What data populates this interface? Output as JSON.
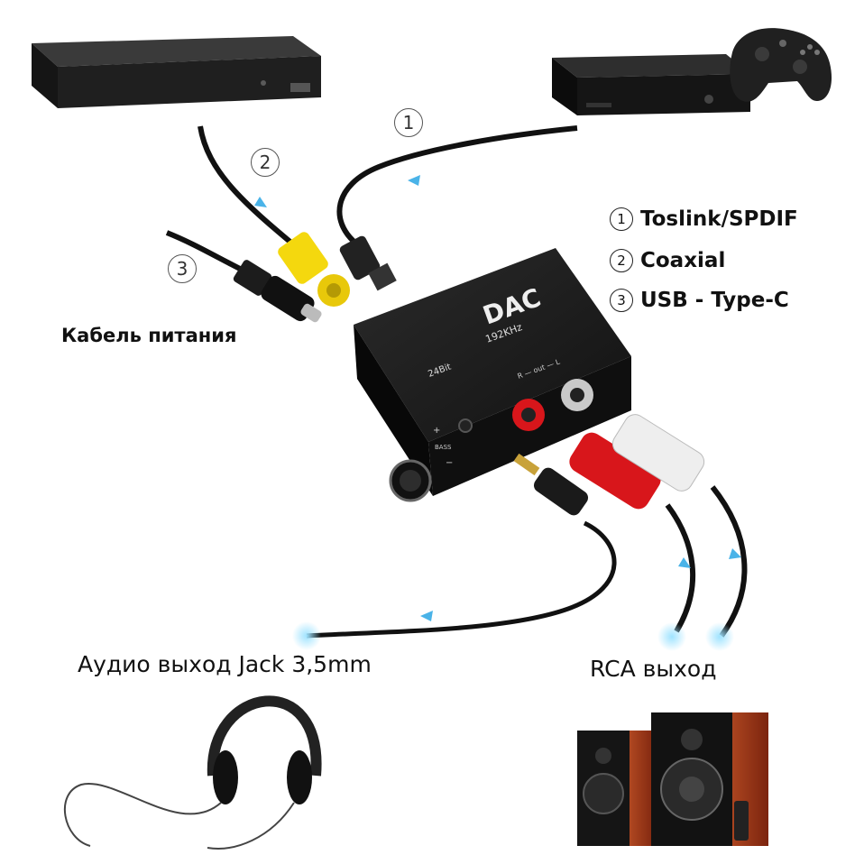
{
  "legend": [
    {
      "num": "1",
      "text": "Toslink/SPDIF"
    },
    {
      "num": "2",
      "text": "Coaxial"
    },
    {
      "num": "3",
      "text": "USB - Type-C"
    }
  ],
  "labels": {
    "power_cable": "Кабель питания",
    "audio_out": "Аудио выход Jack 3,5mm",
    "rca_out": "RCA выход"
  },
  "cable_markers": {
    "toslink": "1",
    "coaxial": "2",
    "usb": "3"
  },
  "dac": {
    "brand": "DAC",
    "rate": "192KHz",
    "bits": "24Bit",
    "out_label": "R — out — L",
    "bass_label": "BASS",
    "plus": "+",
    "minus": "−"
  },
  "colors": {
    "arrow": "#4ab3e8",
    "rca_red": "#d8161b",
    "device": "#1a1a1a"
  }
}
